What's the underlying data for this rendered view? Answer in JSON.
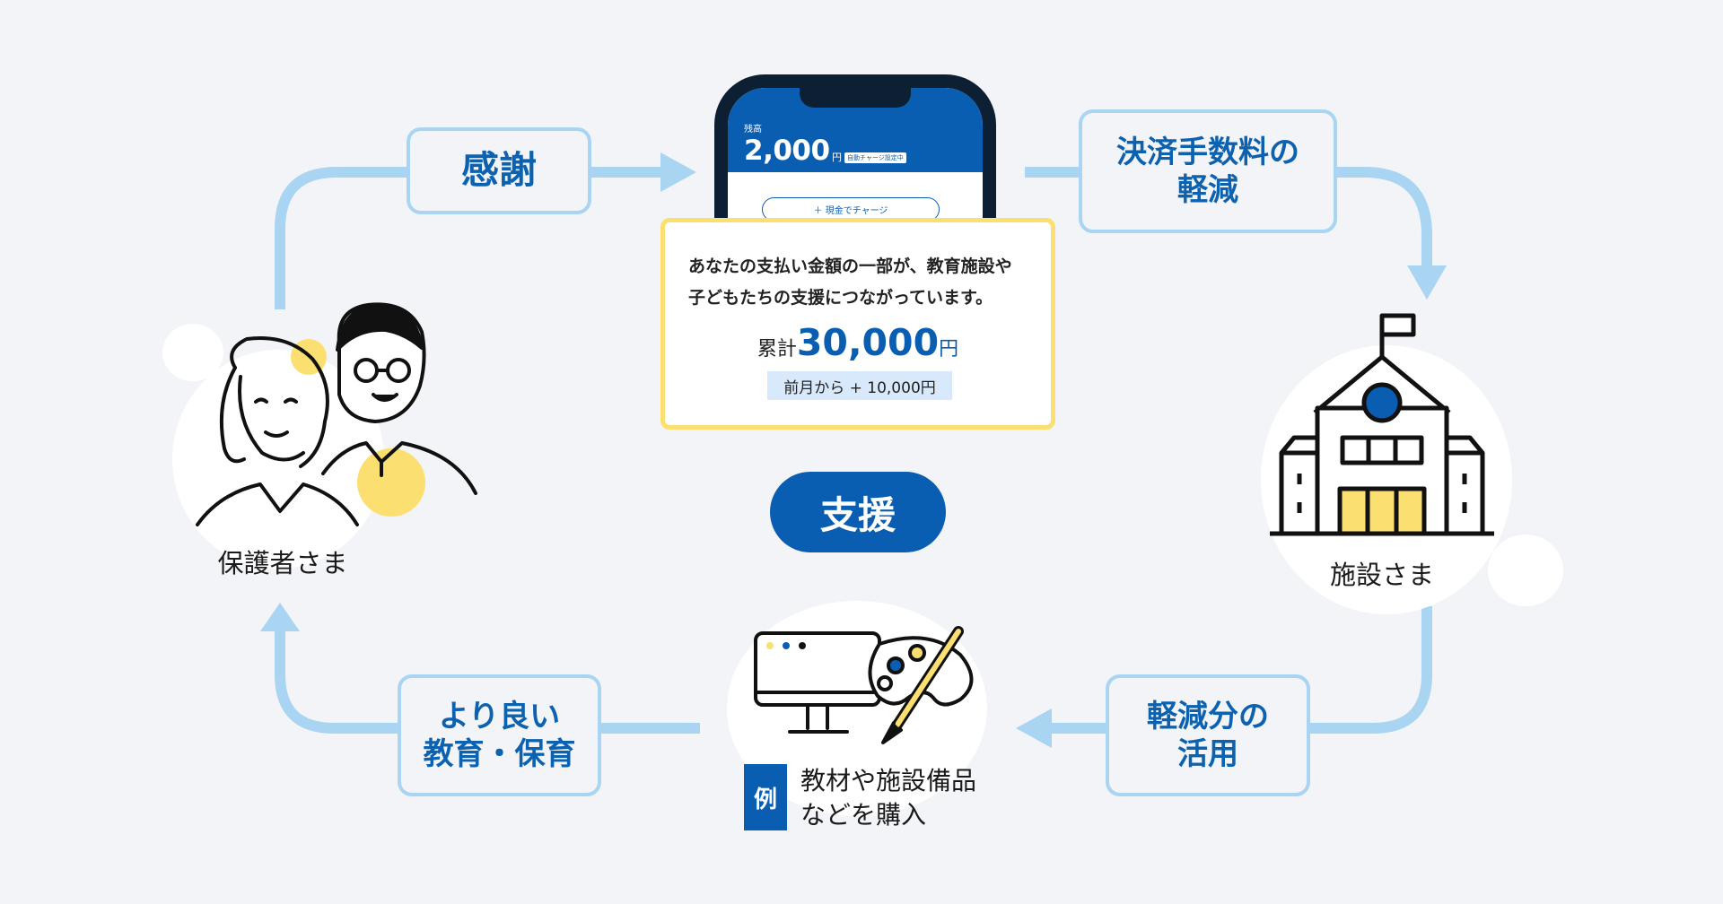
{
  "colors": {
    "background": "#f2f4f8",
    "arrow": "#a9d4f2",
    "primary_blue": "#0a5eb2",
    "accent_yellow": "#fbe071"
  },
  "labels": {
    "thanks": "感謝",
    "fee_reduction_line1": "決済手数料の",
    "fee_reduction_line2": "軽減",
    "use_of_savings_line1": "軽減分の",
    "use_of_savings_line2": "活用",
    "better_education_line1": "より良い",
    "better_education_line2": "教育・保育",
    "support": "支援"
  },
  "nodes": {
    "guardians": {
      "label": "保護者さま",
      "icon": "parents-illustration-icon"
    },
    "facility": {
      "label": "施設さま",
      "icon": "school-building-icon"
    },
    "purchase": {
      "icon": "monitor-and-palette-icon",
      "example_badge": "例",
      "example_line1": "教材や施設備品",
      "example_line2": "などを購入"
    }
  },
  "phone": {
    "balance_label": "残高",
    "balance_value": "2,000",
    "balance_unit": "円",
    "auto_charge_badge": "自動チャージ設定中",
    "charge_button": "＋ 現金でチャージ"
  },
  "card": {
    "message_line1": "あなたの支払い金額の一部が、教育施設や",
    "message_line2": "子どもたちの支援につながっています。",
    "total_label": "累計",
    "total_value": "30,000",
    "total_unit": "円",
    "monthly_diff": "前月から + 10,000円"
  }
}
